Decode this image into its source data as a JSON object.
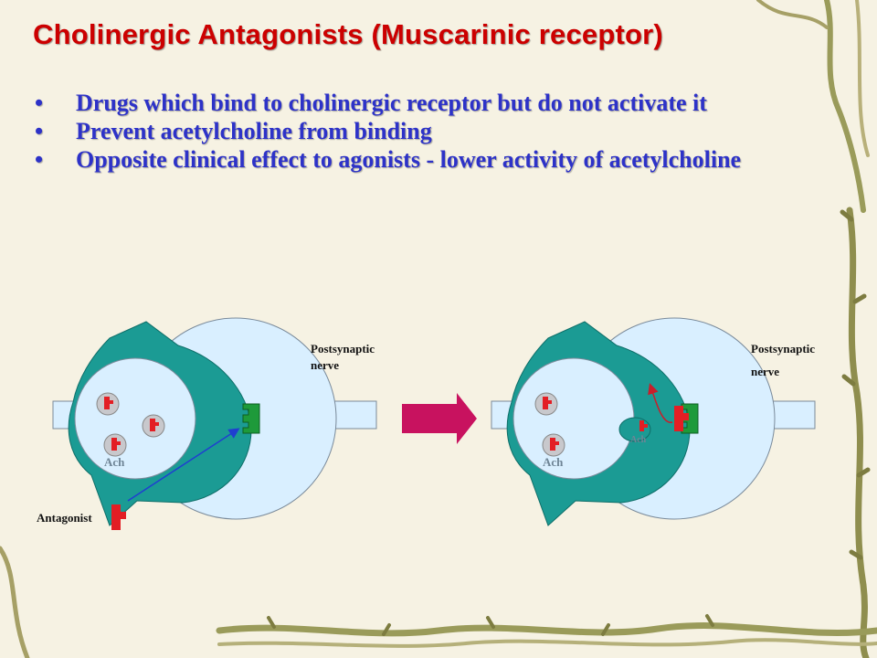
{
  "slide": {
    "title": "Cholinergic Antagonists (Muscarinic receptor)",
    "bullets": [
      "Drugs which bind to cholinergic receptor but do not activate it",
      "Prevent acetylcholine from binding",
      "Opposite clinical effect to agonists - lower activity of acetylcholine"
    ]
  },
  "diagram": {
    "left_panel": {
      "postsynaptic_label_line1": "Postsynaptic",
      "postsynaptic_label_line2": "nerve",
      "ach_label": "Ach",
      "antagonist_label": "Antagonist"
    },
    "right_panel": {
      "postsynaptic_label_line1": "Postsynaptic",
      "postsynaptic_label_line2": "nerve",
      "ach_label": "Ach",
      "ach_label_small": "Ach"
    }
  },
  "colors": {
    "title": "#cc0000",
    "bullet_text": "#2d32c8",
    "membrane_light": "#d9efff",
    "presynaptic_teal": "#1b9b94",
    "receptor_green": "#1e9a3a",
    "ach_red": "#e31e24",
    "arrow_magenta": "#c8125f",
    "arrow_blue": "#1f3fd0"
  }
}
